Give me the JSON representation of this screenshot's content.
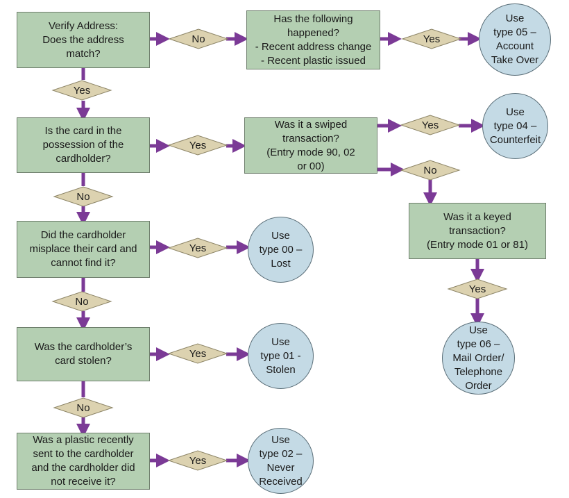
{
  "colors": {
    "box_fill": "#b4cfb2",
    "circle_fill": "#c4dae5",
    "diamond_fill": "#dcd2b0",
    "arrow": "#7b3a96"
  },
  "questions": {
    "q1": "Verify Address:\nDoes the address\nmatch?",
    "q2": "Is the card in the\npossession of the\ncardholder?",
    "q3": "Did the cardholder\nmisplace their card and\ncannot find it?",
    "q4": "Was the cardholder’s\ncard stolen?",
    "q5": "Was a plastic recently\nsent to the cardholder\nand the cardholder did\nnot receive it?",
    "q6": "Has the following\nhappened?\n- Recent address change\n- Recent plastic issued",
    "q7": "Was it a swiped\ntransaction?\n(Entry mode 90, 02\nor 00)",
    "q8": "Was it a keyed\ntransaction?\n(Entry mode 01 or 81)"
  },
  "outcomes": {
    "o05": "Use\ntype 05 –\nAccount\nTake Over",
    "o04": "Use\ntype 04 –\nCounterfeit",
    "o00": "Use\ntype 00 –\nLost",
    "o01": "Use\ntype 01 -\nStolen",
    "o02": "Use\ntype 02 –\nNever\nReceived",
    "o06": "Use\ntype 06 –\nMail Order/\nTelephone\nOrder"
  },
  "decisions": {
    "d1": "No",
    "d2": "Yes",
    "d3": "Yes",
    "d4": "Yes",
    "d5": "No",
    "d6": "Yes",
    "d7": "No",
    "d8": "No",
    "d9": "Yes",
    "d10": "No",
    "d11": "Yes",
    "d12": "No",
    "d13": "Yes",
    "d14": "Yes"
  }
}
